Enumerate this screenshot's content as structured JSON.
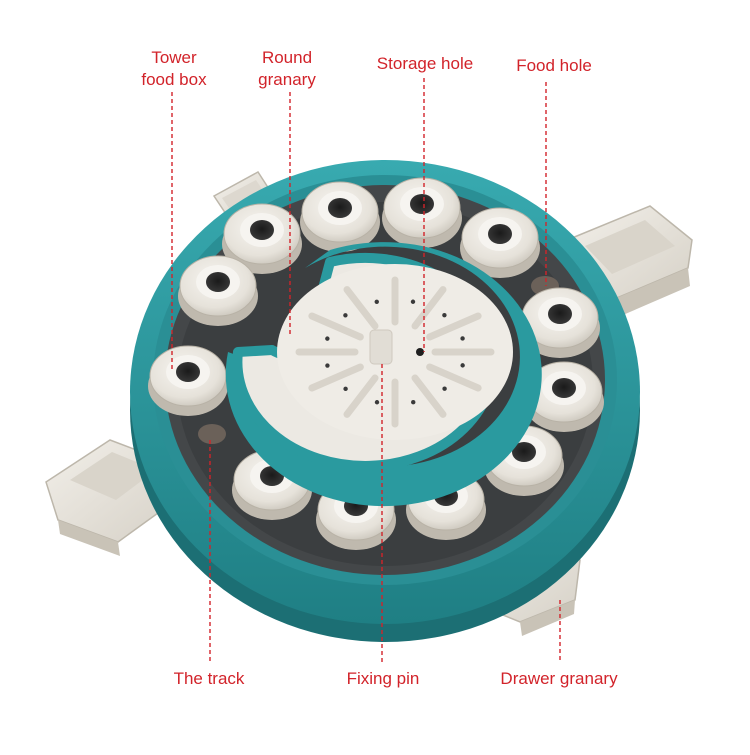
{
  "labels": {
    "tower_food_box": {
      "line1": "Tower",
      "line2": "food box"
    },
    "round_granary": {
      "line1": "Round",
      "line2": "granary"
    },
    "storage_hole": "Storage hole",
    "food_hole": "Food hole",
    "the_track": "The track",
    "fixing_pin": "Fixing pin",
    "drawer_granary": "Drawer granary"
  },
  "colors": {
    "label": "#d2232a",
    "leader_line": "#d2232a",
    "body_teal": "#2e9fa3",
    "body_teal_dark": "#1f7d82",
    "track_gray": "#4a4d4f",
    "plastic_white": "#ebe8e2"
  },
  "icons": {
    "tower": "cup-with-hole",
    "drawer": "open-drawer",
    "center": "spiral-disc"
  }
}
